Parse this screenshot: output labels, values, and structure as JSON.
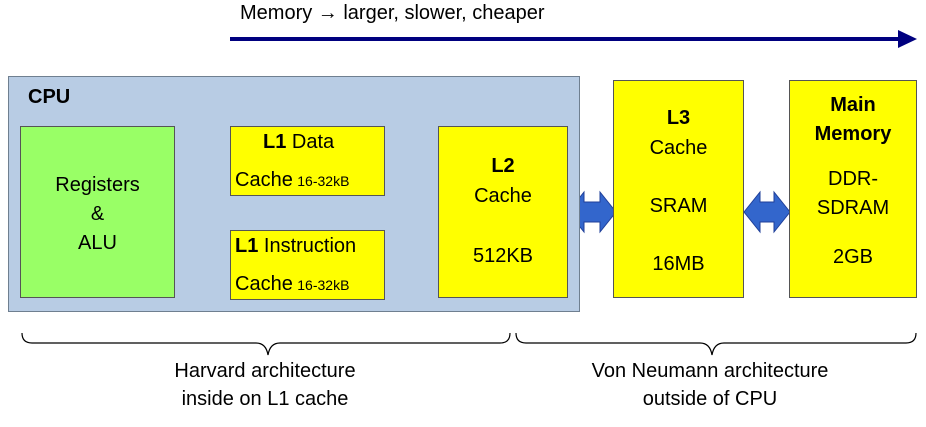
{
  "header": {
    "memory_trend": "Memory → larger, slower, cheaper"
  },
  "cpu": {
    "label": "CPU",
    "registers_alu": [
      "Registers",
      "&",
      "ALU"
    ],
    "l1_data": {
      "title": "L1",
      "name": "Data",
      "line2": "Cache",
      "size": "16-32kB"
    },
    "l1_instruction": {
      "title": "L1",
      "name": "Instruction",
      "line2": "Cache",
      "size": "16-32kB"
    },
    "l2": {
      "title": "L2",
      "line2": "Cache",
      "size": "512KB"
    }
  },
  "l3": {
    "title": "L3",
    "line2": "Cache",
    "tech": "SRAM",
    "size": "16MB"
  },
  "main_memory": {
    "title_line1": "Main",
    "title_line2": "Memory",
    "tech_line1": "DDR-",
    "tech_line2": "SDRAM",
    "size": "2GB"
  },
  "footer": {
    "harvard_line1": "Harvard architecture",
    "harvard_line2": "inside on L1 cache",
    "von_neumann_line1": "Von Neumann architecture",
    "von_neumann_line2": "outside of CPU"
  },
  "colors": {
    "cpu_bg": "#b8cce4",
    "registers_bg": "#99ff66",
    "cache_bg": "#ffff00",
    "arrow_fill": "#3366cc",
    "trend_arrow": "#00007f"
  }
}
